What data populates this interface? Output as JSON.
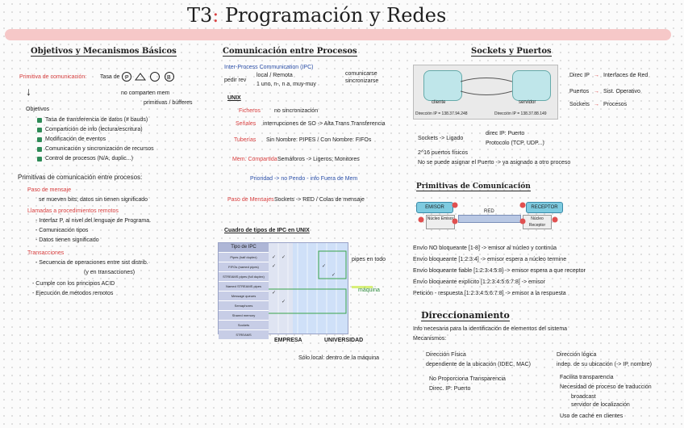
{
  "title": {
    "prefix": "T3",
    "colon": ":",
    "main": "Programación y Redes"
  },
  "col1": {
    "heading": "Objetivos y Mecanismos Básicos",
    "primitiva_label": "Primitiva de comunicación:",
    "primitiva_text": "Tasa de",
    "no_comparten": "no comparten mem",
    "primitivas_buffer": "primitivas / búfferes",
    "objetivos_label": "Objetivos",
    "objetivos": [
      "Tasa de transferencia de datos (# bauds)",
      "Compartición de info (lectura/escritura)",
      "Modificación de eventos",
      "Comunicación y sincronización de recursos",
      "Control de procesos (N/A, duplic...)"
    ],
    "primitivas_entre": "Primitivas de comunicación entre procesos:",
    "paso_mensajes": "Paso de mensaje",
    "paso_mensajes_desc": "se mueven bits; datos sin tienen significado",
    "llamadas_label": "Llamadas a procedimientos remotos",
    "llamadas": [
      "- Interfaz P, al nivel del lenguaje de Programa.",
      "- Comunicación tipos",
      "- Datos tienen significado"
    ],
    "transacciones_label": "Transacciones",
    "transacciones": [
      "- Secuencia de operaciones entre sist distrib.",
      "(y en transacciones)",
      "- Cumple con los principios ACID",
      "- Ejecución de métodos remotos"
    ]
  },
  "col2": {
    "heading": "Comunicación entre Procesos",
    "ipc_label": "Inter-Process Communication (IPC)",
    "pedir_recv": "pedir rev",
    "local_remota": "local / Remota",
    "uno_n": "1 uno, n-, n a, muy-muy",
    "comunicarse": "comunicarse",
    "sincronizarse": "sincronizarse",
    "unix_label": "UNIX",
    "rows": [
      {
        "label": "Ficheros",
        "text": "no sincronización"
      },
      {
        "label": "Señales",
        "text": "interrupciones de SO -> Alta Trans Transferencia"
      },
      {
        "label": "Tuberías",
        "text": "Sin Nombre: PIPES / Con Nombre: FIFOs"
      },
      {
        "label": "Mem. Compartida",
        "text": "Semáforos -> Ligeros; Monitores"
      },
      {
        "label": "Paso de Mensajes",
        "text": "Sockets -> RED / Colas de mensaje"
      }
    ],
    "priorato": "Prioridad -> no Pendo - info Fuera de Mem",
    "cuadro_label": "Cuadro de tipos de IPC en UNIX",
    "tipos_ipc": [
      "Tipo de IPC",
      "Pipes (half duplex)",
      "FIFOs (named pipes)",
      "STREAMS pipes (full duplex)",
      "Named STREAMS pipes",
      "Message queues",
      "Semaphores",
      "Shared memory",
      "Sockets",
      "STREAMS"
    ],
    "pipes_en_todo": "pipes en todo",
    "maquina": "máquina",
    "empresa": "EMPRESA",
    "universidad": "UNIVERSIDAD",
    "solo_local": "Sólo local: dentro de la máquina"
  },
  "col3": {
    "heading": "Sockets y Puertos",
    "cliente": "cliente",
    "servidor": "servidor",
    "ip1": "Dirección IP = 138.37.94.248",
    "ip2": "Dirección IP = 138.37.88.149",
    "dir_ip": "Direc IP",
    "interfaces": "Interfaces de Red",
    "puertos": "Puertos",
    "sist_op": "Sist. Operativo",
    "sockets_lbl": "Sockets",
    "procesos": "Procesos",
    "sockets_row": "Sockets -> Ligado",
    "direc_ip_puerto": "direc IP: Puerto",
    "protocolo": "Protocolo (TCP, UDP...)",
    "puertos_fisicos": "2^16 puertos físicos",
    "no_puede": "No se puede asignar el Puerto -> ya asignado a otro proceso",
    "prim_heading": "Primitivas de Comunicación",
    "emisor": "EMISOR",
    "receptor": "RECEPTOR",
    "red": "RED",
    "nucleo_emisor": "Núcleo Emisor",
    "nucleo_receptor": "Núcleo Receptor",
    "envios": [
      "Envío NO bloqueante [1-8] -> emisor al núcleo y continúa",
      "Envío bloqueante [1:2:3:4] -> emisor espera a núcleo termine",
      "Envío bloqueante fiable [1:2:3:4:5:8] -> emisor espera a que receptor",
      "Envío bloqueante explícito [1:2:3:4:5:6:7:8] -> emisor",
      "Petición - respuesta [1:2:3:4:5:6:7:8] -> emisor a la respuesta"
    ],
    "dir_heading": "Direccionamiento",
    "dir_text": "Info necesaria para la identificación de elementos del sistema",
    "mecanismos": "Mecanismos:",
    "dir_fisica": "Dirección Física",
    "dependiente": "dependiente de la ubicación (IDEC, MAC)",
    "dir_logica": "Dirección lógica",
    "indep": "indep. de su ubicación (-> IP, nombre)",
    "fis_items": [
      "No Proporciona Transparencia",
      "Direc. IP: Puerto"
    ],
    "log_items": [
      "Facilita transparencia",
      "Necesidad de proceso de traducción",
      "broadcast",
      "servidor de localización",
      "Uso de caché en clientes"
    ]
  }
}
